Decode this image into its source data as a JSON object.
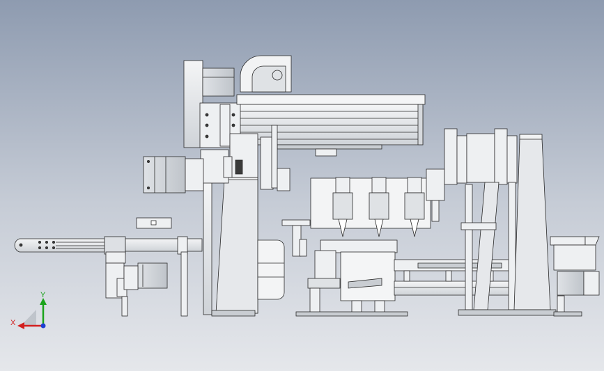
{
  "viewport": {
    "background_top": "#8e9bb0",
    "background_bottom": "#e5e7eb"
  },
  "colors": {
    "part_fill": "#eef0f2",
    "part_shade": "#c9cdd2",
    "part_dark": "#9aa0a7",
    "edge": "#2a2a2a",
    "hole": "#3a3a3a"
  },
  "model": {
    "description_icon": "automation-assembly-machine-front-view"
  },
  "triad": {
    "x_label": "X",
    "y_label": "Y",
    "x_color": "#d21f1f",
    "y_color": "#1aa31a",
    "z_color": "#1f3fd2"
  }
}
